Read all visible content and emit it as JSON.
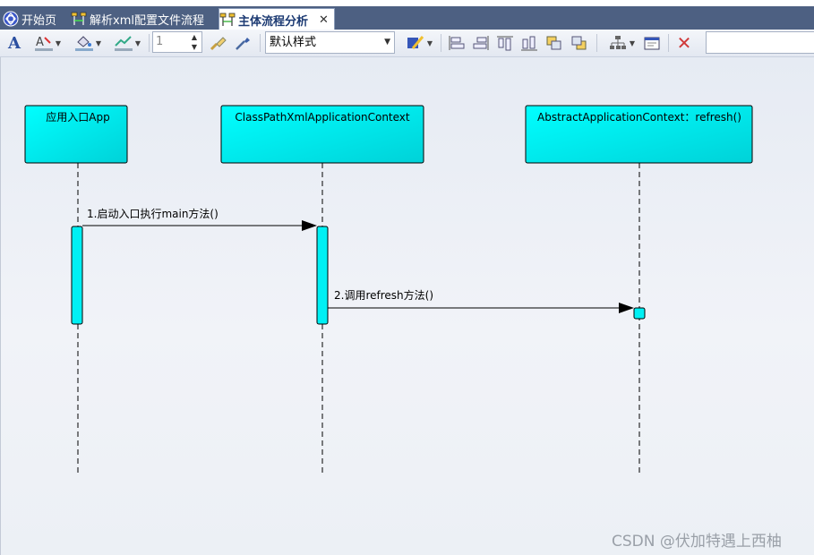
{
  "tabs": [
    {
      "label": "开始页",
      "icon": "start-page-icon"
    },
    {
      "label": "解析xml配置文件流程",
      "icon": "sequence-diagram-icon"
    },
    {
      "label": "主体流程分析",
      "icon": "sequence-diagram-icon",
      "active": true
    }
  ],
  "toolbar": {
    "line_width_value": "1",
    "style_select_value": "默认样式",
    "search_value": ""
  },
  "diagram": {
    "lifelines": [
      {
        "name": "应用入口App"
      },
      {
        "name": "ClassPathXmlApplicationContext"
      },
      {
        "name": "AbstractApplicationContext：refresh()"
      }
    ],
    "messages": [
      {
        "label": "1.启动入口执行main方法()"
      },
      {
        "label": "2.调用refresh方法()"
      }
    ],
    "colors": {
      "lifeline_fill": "#00ffff",
      "activation_fill": "#00e8f0",
      "stroke": "#000000"
    }
  },
  "watermark": "CSDN @伏加特遇上西柚"
}
